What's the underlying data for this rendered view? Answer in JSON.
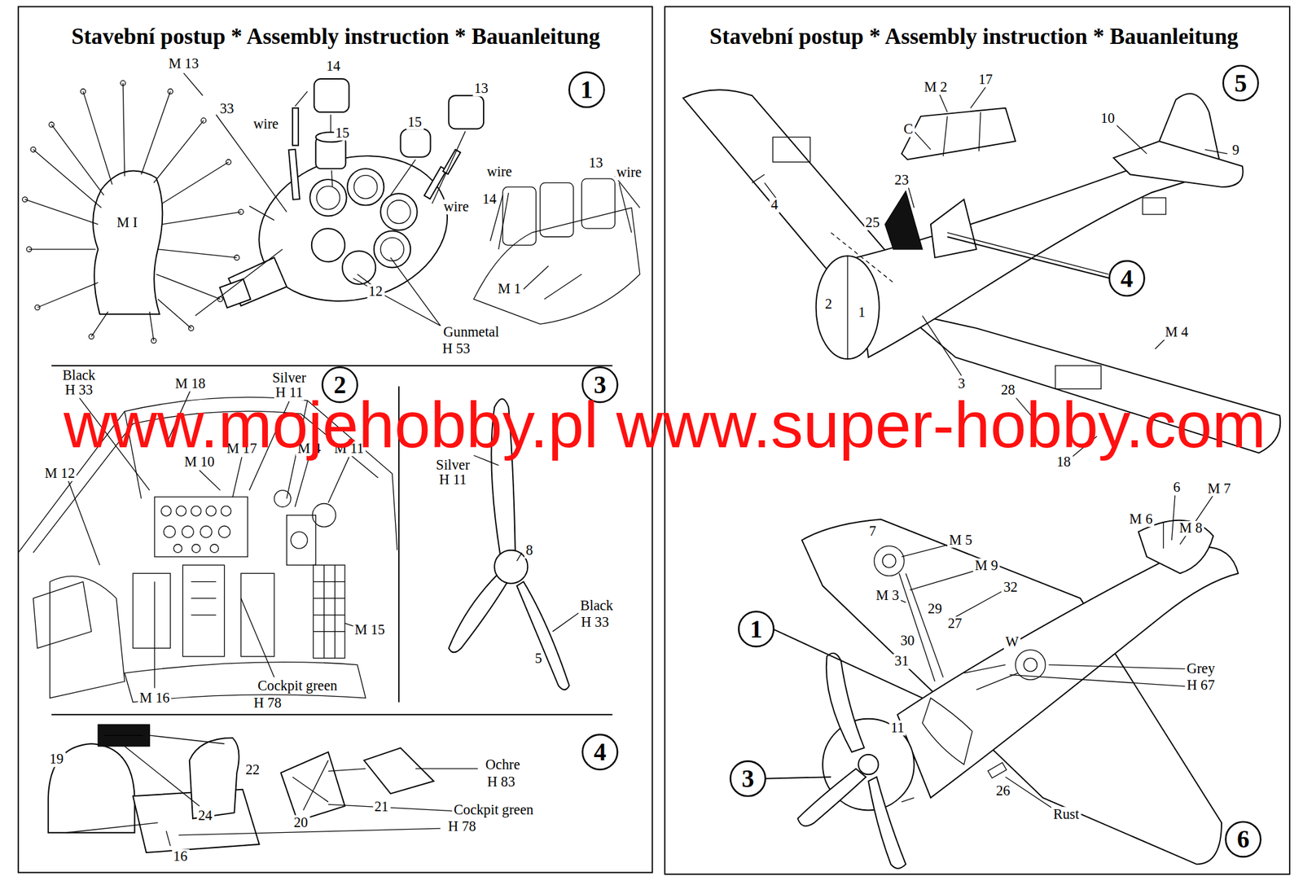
{
  "diagram": {
    "title": "Stavební postup * Assembly instruction * Bauanleitung",
    "nodes": [
      {
        "text": [
          "1"
        ]
      },
      {
        "text": [
          "2"
        ]
      },
      {
        "text": [
          "3"
        ]
      },
      {
        "text": [
          "4"
        ]
      },
      {
        "text": [
          "5"
        ]
      },
      {
        "text": [
          "4"
        ]
      },
      {
        "text": [
          "1"
        ]
      },
      {
        "text": [
          "3"
        ]
      },
      {
        "text": [
          "6"
        ]
      }
    ],
    "labels": [
      "Stavební postup * Assembly instruction * Bauanleitung",
      "M 13",
      "33",
      "14",
      "wire",
      "15",
      "13",
      "15",
      "wire",
      "wire",
      "13",
      "wire",
      "14",
      "M I",
      "M 1",
      "12",
      "Gunmetal",
      "H 53",
      "Black",
      "H 33",
      "M 18",
      "Silver",
      "H 11",
      "M 10",
      "M 17",
      "M 4",
      "M 11",
      "M 12",
      "M 15",
      "M 16",
      "Cockpit green",
      "H 78",
      "Silver",
      "H 11",
      "8",
      "Black",
      "H 33",
      "5",
      "19",
      "22",
      "21",
      "Ochre",
      "H 83",
      "24",
      "20",
      "Cockpit green",
      "H 78",
      "16",
      "M 2",
      "17",
      "C",
      "10",
      "9",
      "23",
      "4",
      "25",
      "2",
      "1",
      "3",
      "M 4",
      "28",
      "18",
      "6",
      "M 7",
      "M 6",
      "M 8",
      "7",
      "M 5",
      "M 9",
      "32",
      "M 3",
      "29",
      "27",
      "30",
      "31",
      "W",
      "Grey",
      "H 67",
      "11",
      "26",
      "Rust",
      "www.mojehobby.pl www.super-hobby.com"
    ]
  }
}
